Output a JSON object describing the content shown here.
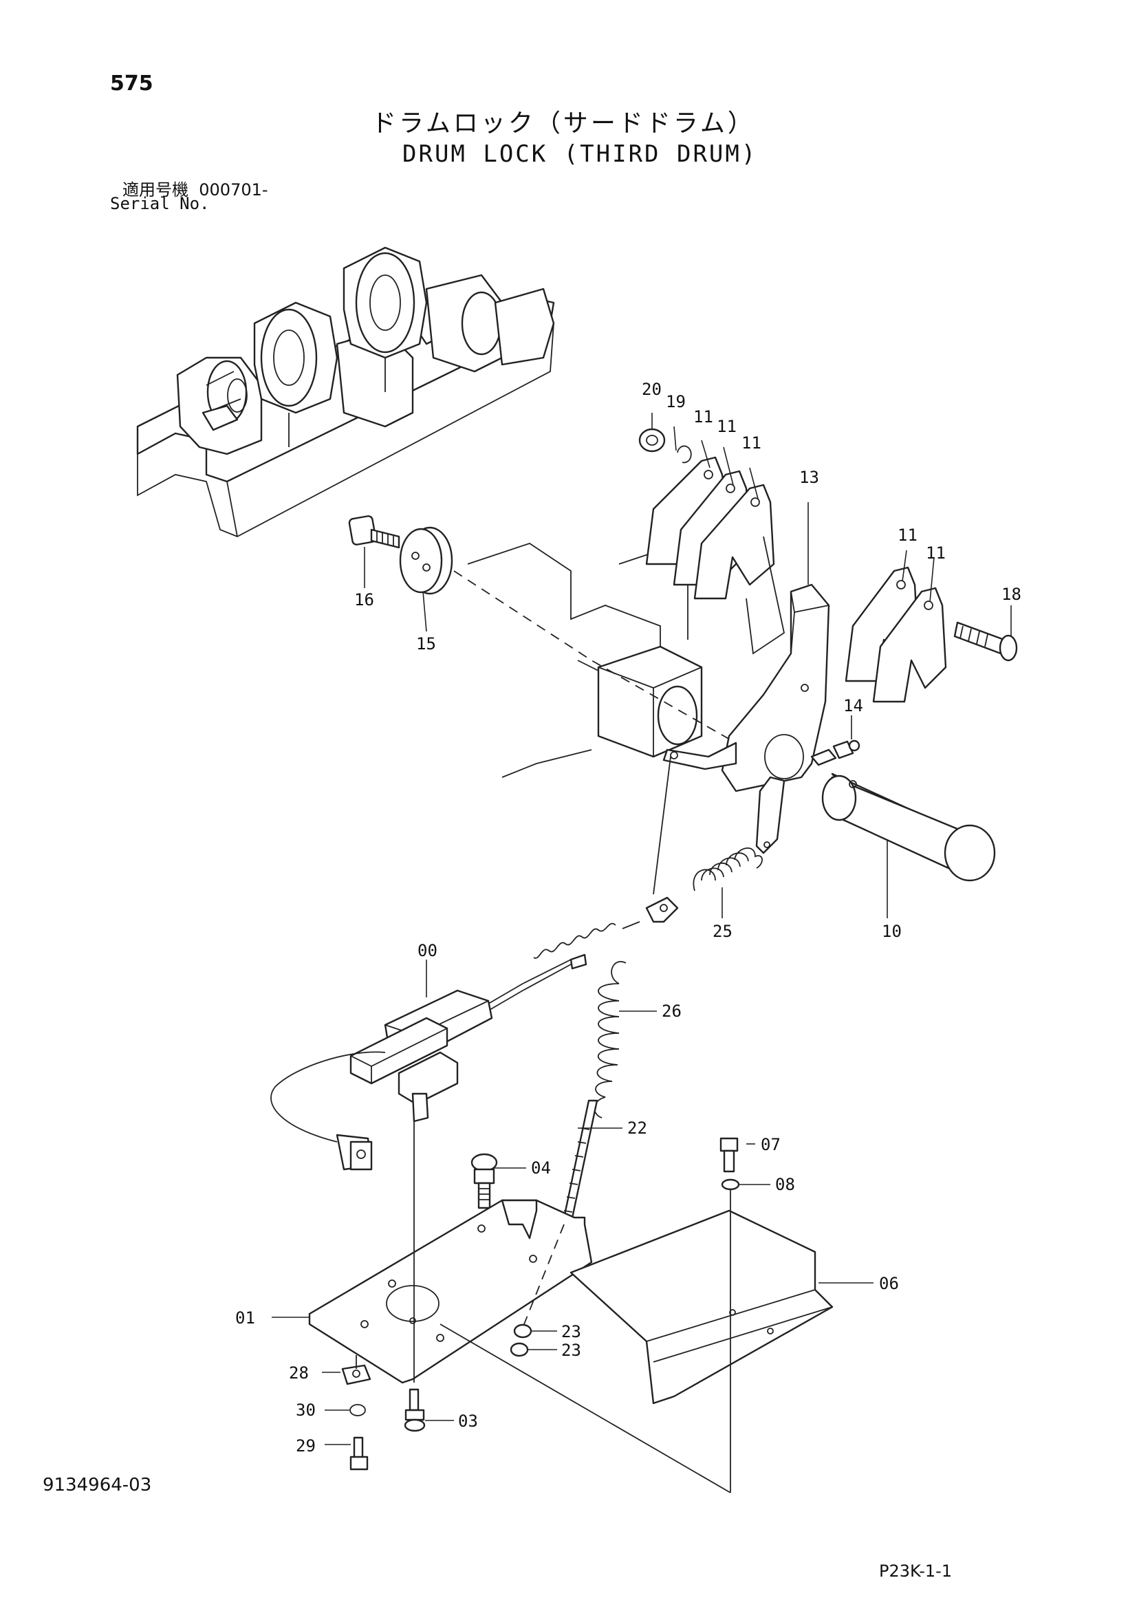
{
  "header": {
    "page_number": "575",
    "title_jp": "ドラムロック（サードドラム）",
    "title_en": "DRUM LOCK (THIRD DRUM)",
    "serial_label_jp": "適用号機",
    "serial_range": "000701-",
    "serial_label_en": "Serial No."
  },
  "footer": {
    "document_number": "9134964-03",
    "page_code": "P23K-1-1"
  },
  "callouts": {
    "c20": "20",
    "c19": "19",
    "c11a": "11",
    "c11b": "11",
    "c11c": "11",
    "c13": "13",
    "c11d": "11",
    "c11e": "11",
    "c18": "18",
    "c16": "16",
    "c15": "15",
    "c14": "14",
    "c10": "10",
    "c25": "25",
    "c00": "00",
    "c26": "26",
    "c22": "22",
    "c04": "04",
    "c07": "07",
    "c08": "08",
    "c06": "06",
    "c01": "01",
    "c23a": "23",
    "c23b": "23",
    "c28": "28",
    "c30": "30",
    "c03": "03",
    "c29": "29"
  }
}
